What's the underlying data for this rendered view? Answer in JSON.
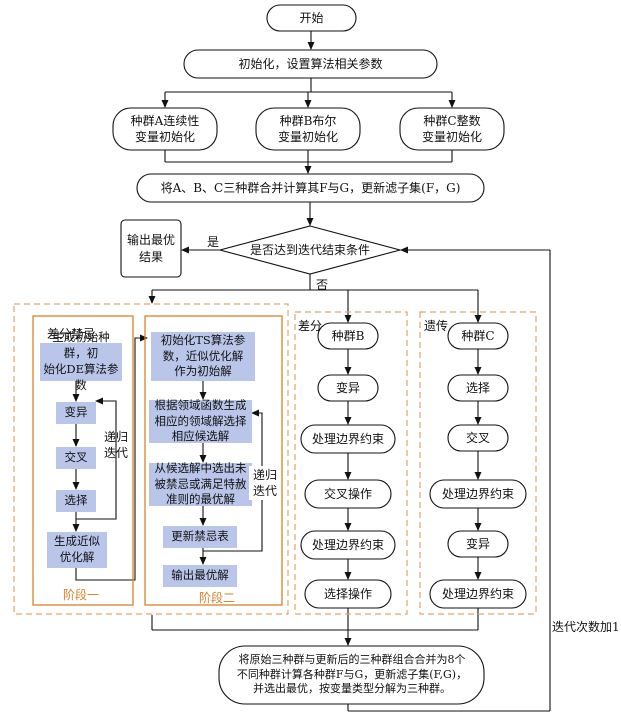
{
  "start": "开始",
  "init": "初始化，设置算法相关参数",
  "pop_a_init": "种群A连续性\n变量初始化",
  "pop_b_init": "种群B布尔\n变量初始化",
  "pop_c_init": "种群C整数\n变量初始化",
  "compute_fg": "将A、B、C三种群合并计算其F与G，更新滤子集(F，G)",
  "decision": "是否达到迭代结束条件",
  "yes": "是",
  "no": "否",
  "output_result": "输出最优\n结果",
  "iter_add": "迭代次数加1",
  "panel_a": {
    "title": "差分禁忌",
    "phase1": {
      "gen_init": "生成初始种群，初\n始化DE算法参数",
      "mutation": "变异",
      "crossover": "交叉",
      "selection": "选择",
      "approx": "生成近似\n优化解",
      "recursive": "递归\n迭代",
      "phase_label": "阶段一"
    },
    "phase2": {
      "init_ts": "初始化TS算法参\n数，近似优化解\n作为初始解",
      "neighborhood": "根据领域函数生成\n相应的领域解选择\n相应候选解",
      "choose_best": "从候选解中选出未\n被禁忌或满足特赦\n准则的最优解",
      "update_tabu": "更新禁忌表",
      "output_best": "输出最优解",
      "recursive": "递归\n迭代",
      "phase_label": "阶段二"
    }
  },
  "panel_b": {
    "title": "差分",
    "steps": [
      "种群B",
      "变异",
      "处理边界约束",
      "交叉操作",
      "处理边界约束",
      "选择操作"
    ]
  },
  "panel_c": {
    "title": "遗传",
    "steps": [
      "种群C",
      "选择",
      "交叉",
      "处理边界约束",
      "变异",
      "处理边界约束"
    ]
  },
  "merge": "将原始三种群与更新后的三种群组合合并为8个\n不同种群计算各种群F与G，更新滤子集(F,G)，\n并选出最优，按变量类型分解为三种群。"
}
